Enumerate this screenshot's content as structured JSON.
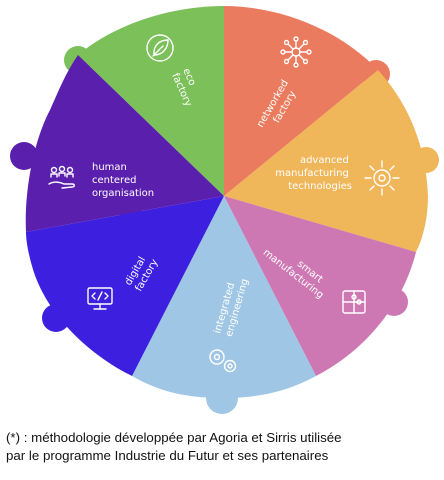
{
  "segments": [
    {
      "id": "eco",
      "lines": [
        "eco",
        "factory"
      ],
      "color": "#7cc05a",
      "icon": "leaf-icon"
    },
    {
      "id": "networked",
      "lines": [
        "networked",
        "factory"
      ],
      "color": "#ea7b5e",
      "icon": "network-icon"
    },
    {
      "id": "advanced",
      "lines": [
        "advanced",
        "manufacturing",
        "technologies"
      ],
      "color": "#f0b65a",
      "icon": "gear-sun-icon"
    },
    {
      "id": "smart",
      "lines": [
        "smart",
        "manufacturing"
      ],
      "color": "#cd78b2",
      "icon": "puzzle-icon"
    },
    {
      "id": "integrated",
      "lines": [
        "integrated",
        "engineering"
      ],
      "color": "#9fc6e4",
      "icon": "gears-icon"
    },
    {
      "id": "digital",
      "lines": [
        "digital",
        "factory"
      ],
      "color": "#3d1fe0",
      "icon": "monitor-code-icon"
    },
    {
      "id": "human",
      "lines": [
        "human",
        "centered",
        "organisation"
      ],
      "color": "#5b1fae",
      "icon": "people-hand-icon"
    }
  ],
  "caption": {
    "line1": "(*) : méthodologie développée par Agoria et Sirris utilisée",
    "line2": "par le programme Industrie du Futur et ses partenaires"
  }
}
